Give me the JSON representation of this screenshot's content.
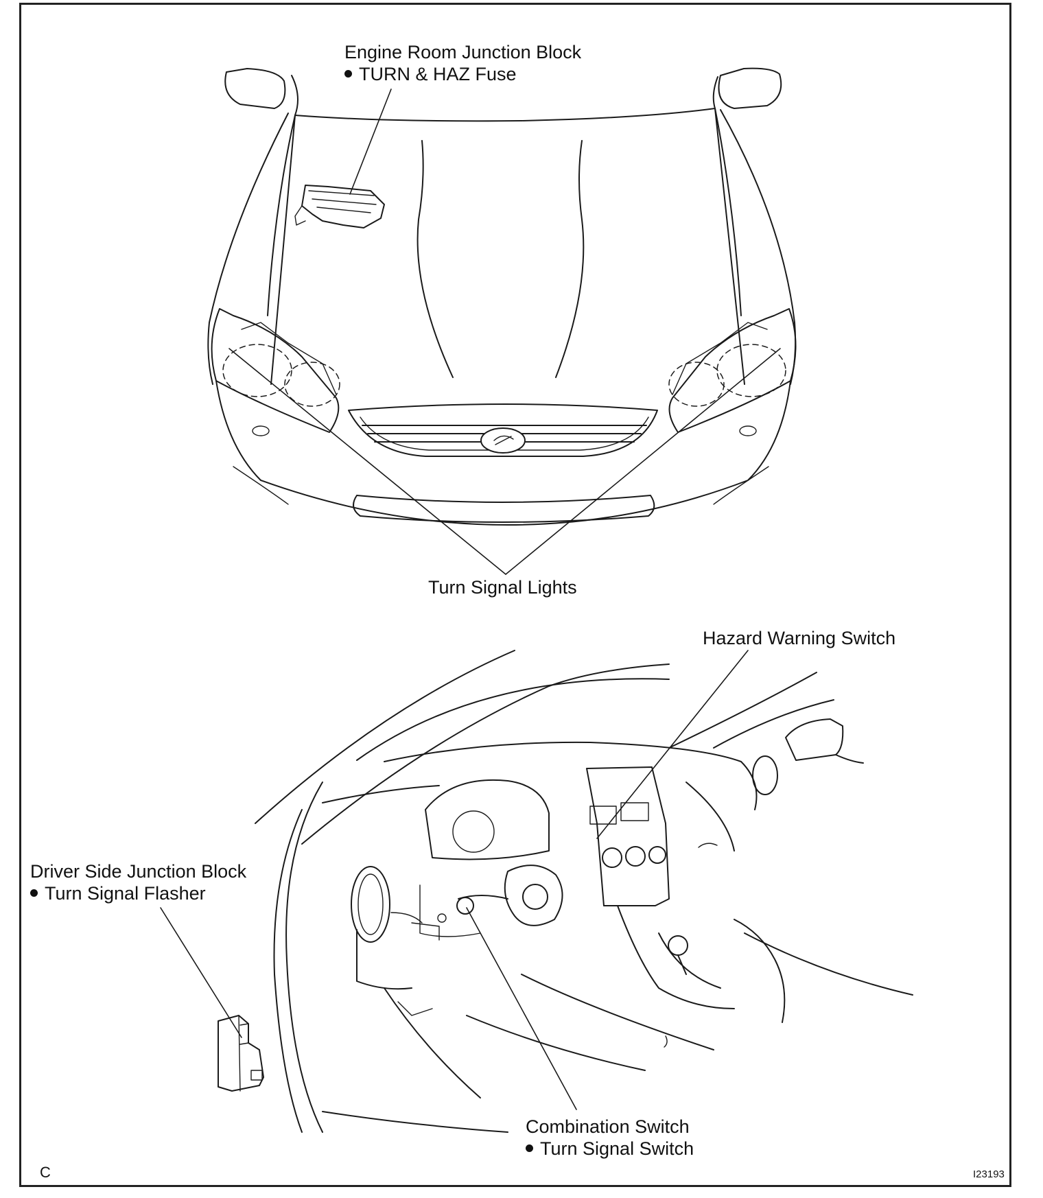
{
  "labels": {
    "engine_room": {
      "title": "Engine Room Junction Block",
      "item": "TURN & HAZ Fuse"
    },
    "turn_signal_lights": "Turn Signal Lights",
    "hazard_switch": "Hazard Warning Switch",
    "driver_side": {
      "title": "Driver Side Junction Block",
      "item": "Turn Signal Flasher"
    },
    "combination": {
      "title": "Combination Switch",
      "item": "Turn Signal Switch"
    },
    "corner_code": "C",
    "figure_id": "I23193"
  }
}
